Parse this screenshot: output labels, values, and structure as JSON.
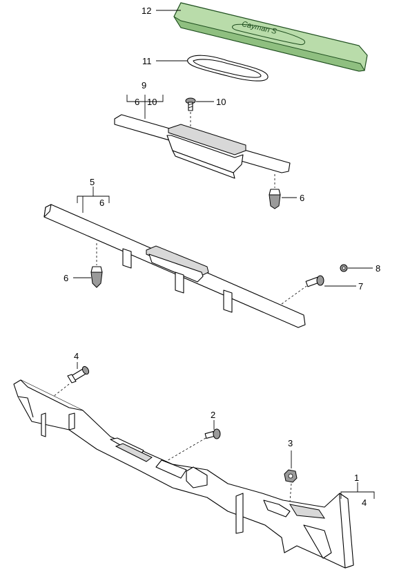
{
  "callouts": {
    "c1": "1",
    "c2": "2",
    "c3": "3",
    "c4a": "4",
    "c4b": "4",
    "c5": "5",
    "c6a": "6",
    "c6b": "6",
    "c6c": "6",
    "c6d": "6",
    "c7": "7",
    "c8": "8",
    "c9": "9",
    "c10a": "10",
    "c10b": "10",
    "c11": "11",
    "c12": "12"
  },
  "embossed_logo": "Cayman S",
  "colors": {
    "highlight": "#b9dcaa",
    "outline": "#000000"
  }
}
